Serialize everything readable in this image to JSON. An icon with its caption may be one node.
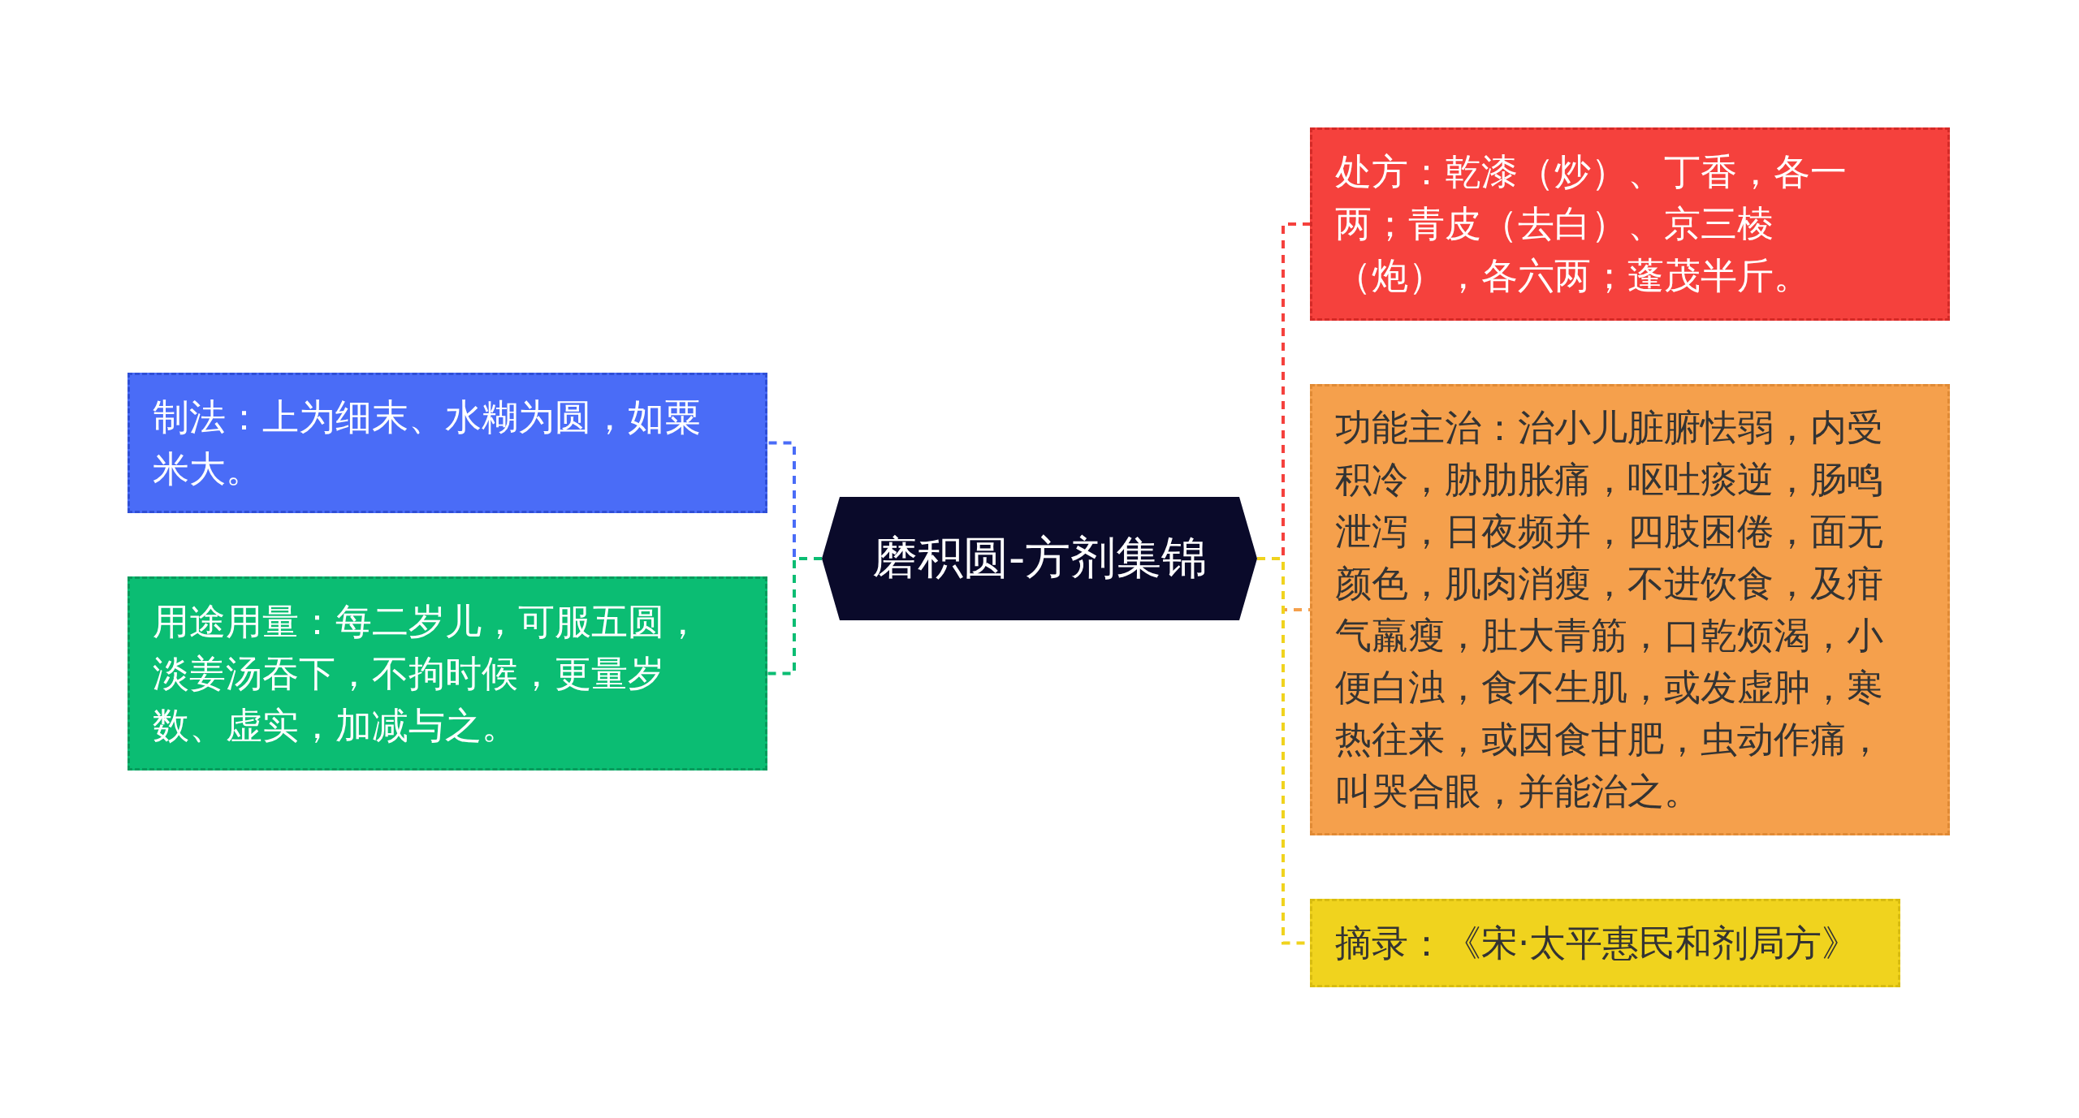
{
  "diagram": {
    "nodes": [
      {
        "text": [
          "磨积圆-方剂集锦"
        ]
      },
      {
        "text": [
          "制法：上为细末、水糊为圆，如粟米大。"
        ]
      },
      {
        "text": [
          "用途用量：每二岁儿，可服五圆，淡姜汤吞下，不拘时候，更量岁数、虚实，加减与之。"
        ]
      },
      {
        "text": [
          "处方：乾漆（炒）、丁香，各一两；青皮（去白）、京三棱（炮），各六两；蓬茂半斤。"
        ]
      },
      {
        "text": [
          "功能主治：治小儿脏腑怯弱，内受积冷，胁肋胀痛，呕吐痰逆，肠鸣泄泻，日夜频并，四肢困倦，面无颜色，肌肉消瘦，不进饮食，及疳气羸瘦，肚大青筋，口乾烦渴，小便白浊，食不生肌，或发虚肿，寒热往来，或因食甘肥，虫动作痛，叫哭合眼，并能治之。"
        ]
      },
      {
        "text": [
          "摘录：《宋·太平惠民和剂局方》"
        ]
      }
    ],
    "edges": [
      {
        "from": 0,
        "to": 1,
        "arrow": "none",
        "style": "dashed",
        "color": "#4a6cf7"
      },
      {
        "from": 0,
        "to": 2,
        "arrow": "none",
        "style": "dashed",
        "color": "#0bbd73"
      },
      {
        "from": 0,
        "to": 3,
        "arrow": "none",
        "style": "dashed",
        "color": "#f5413d"
      },
      {
        "from": 0,
        "to": 4,
        "arrow": "none",
        "style": "dashed",
        "color": "#f5a04c"
      },
      {
        "from": 0,
        "to": 5,
        "arrow": "none",
        "style": "dashed",
        "color": "#f0d31e"
      }
    ]
  }
}
